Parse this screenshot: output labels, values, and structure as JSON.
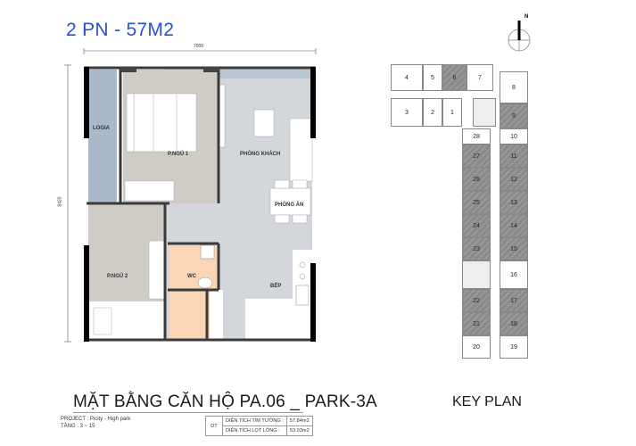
{
  "header": {
    "title": "2 PN - 57M2"
  },
  "floor_plan": {
    "dimensions": {
      "width": "7000",
      "height": "8420"
    },
    "rooms": [
      {
        "id": "logia",
        "label": "LOGIA"
      },
      {
        "id": "bedroom1",
        "label": "P.NGỦ 1"
      },
      {
        "id": "living",
        "label": "PHÒNG KHÁCH"
      },
      {
        "id": "dining",
        "label": "PHÒNG ĂN"
      },
      {
        "id": "bedroom2",
        "label": "P.NGỦ 2"
      },
      {
        "id": "wc",
        "label": "WC"
      },
      {
        "id": "kitchen",
        "label": "BẾP"
      }
    ],
    "colors": {
      "logia": "#a9b9c9",
      "bedroom": "#cfccc6",
      "living": "#d3d6da",
      "wc": "#f8d6b6",
      "wall": "#3a3a3a",
      "column": "#000000"
    }
  },
  "footer": {
    "main_title": "MẶT BẰNG CĂN HỘ PA.06 _ PARK-3A",
    "project": "PROJECT : Picity - High park",
    "floors": "TẦNG : 3 ~ 15",
    "area_table": {
      "group_label": "DT",
      "rows": [
        {
          "label": "DIỆN TÍCH TIM TƯỜNG :",
          "value": "57.84m2"
        },
        {
          "label": "DIỆN TÍCH LỌT LÒNG :",
          "value": "53.03m2"
        }
      ]
    }
  },
  "key_plan": {
    "title": "KEY PLAN",
    "compass_label": "N",
    "highlight_color": "#8f8f8f",
    "units": [
      {
        "n": "4",
        "hl": false
      },
      {
        "n": "5",
        "hl": false
      },
      {
        "n": "6",
        "hl": true
      },
      {
        "n": "7",
        "hl": false
      },
      {
        "n": "3",
        "hl": false
      },
      {
        "n": "2",
        "hl": false
      },
      {
        "n": "1",
        "hl": false
      },
      {
        "n": "8",
        "hl": false
      },
      {
        "n": "9",
        "hl": true
      },
      {
        "n": "10",
        "hl": false
      },
      {
        "n": "11",
        "hl": true
      },
      {
        "n": "12",
        "hl": true
      },
      {
        "n": "13",
        "hl": true
      },
      {
        "n": "14",
        "hl": true
      },
      {
        "n": "15",
        "hl": true
      },
      {
        "n": "16",
        "hl": false
      },
      {
        "n": "17",
        "hl": true
      },
      {
        "n": "18",
        "hl": true
      },
      {
        "n": "19",
        "hl": false
      },
      {
        "n": "20",
        "hl": false
      },
      {
        "n": "21",
        "hl": true
      },
      {
        "n": "22",
        "hl": true
      },
      {
        "n": "23",
        "hl": true
      },
      {
        "n": "24",
        "hl": true
      },
      {
        "n": "25",
        "hl": true
      },
      {
        "n": "26",
        "hl": true
      },
      {
        "n": "27",
        "hl": true
      },
      {
        "n": "28",
        "hl": false
      }
    ]
  }
}
